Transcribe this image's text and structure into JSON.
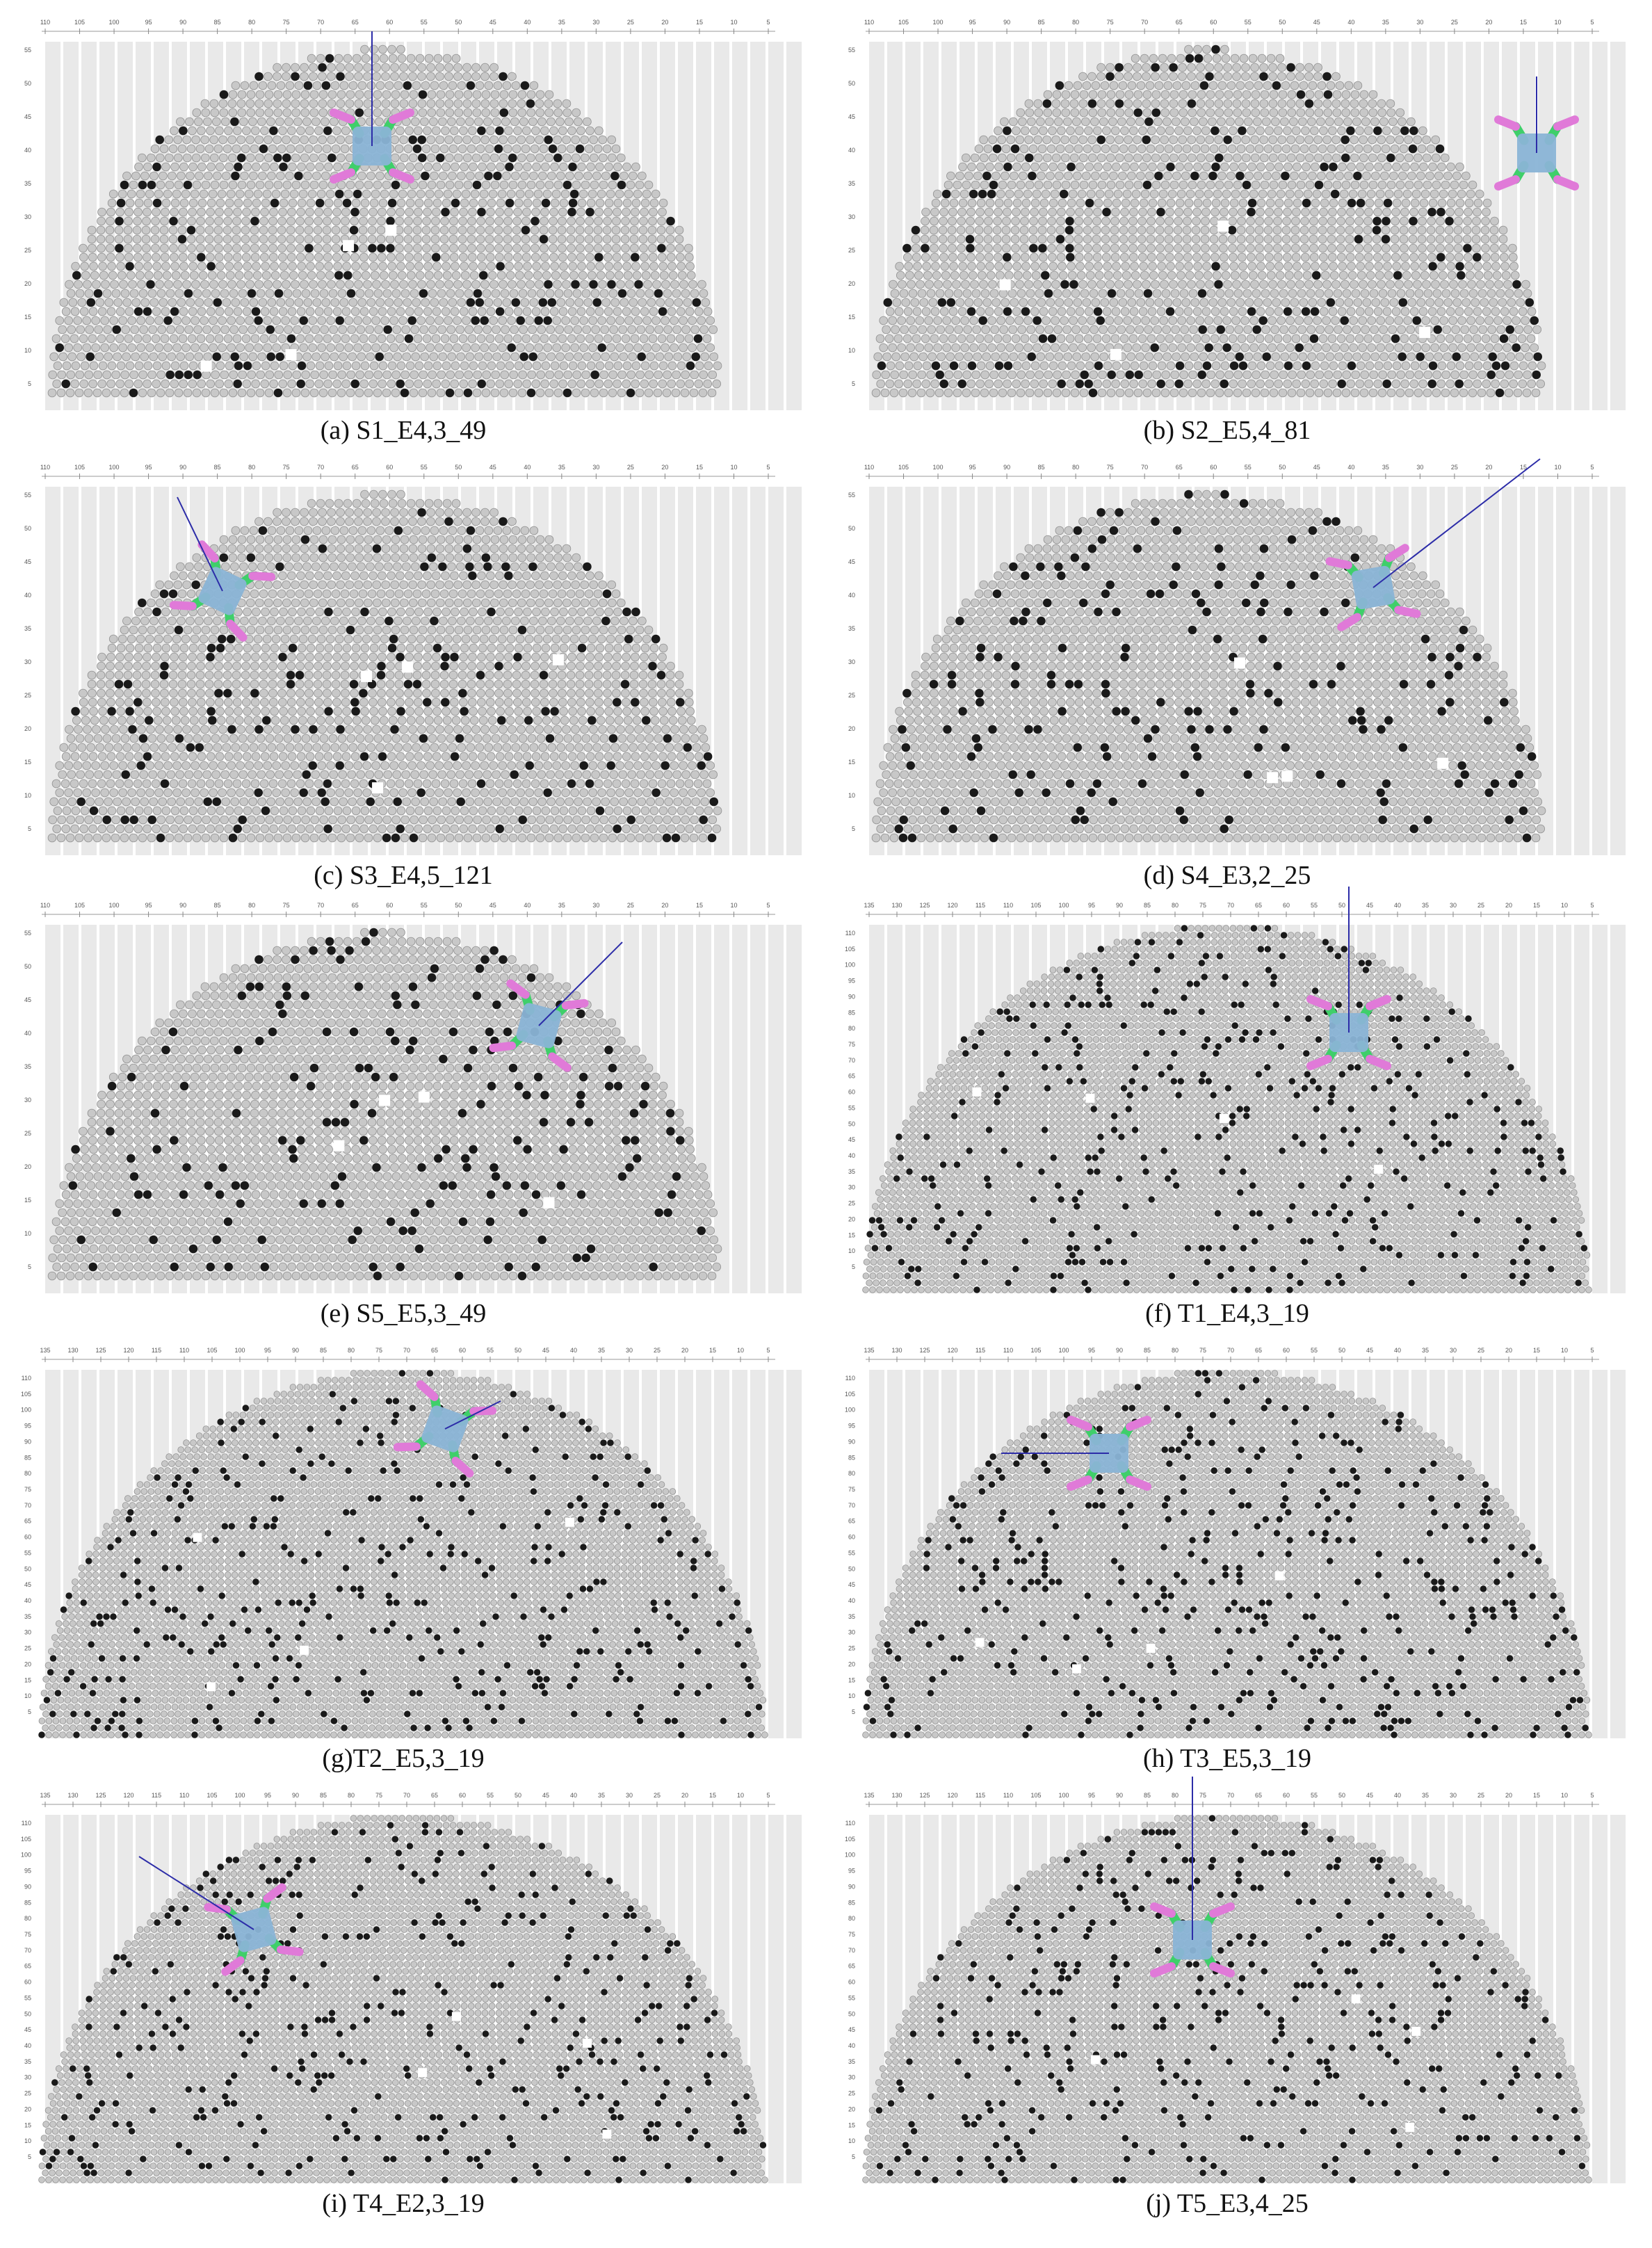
{
  "panels": [
    {
      "id": "a",
      "caption": "(a) S1_E4,3_49",
      "type": "S",
      "xticks": [
        "110",
        "105",
        "100",
        "95",
        "90",
        "85",
        "80",
        "75",
        "70",
        "65",
        "60",
        "55",
        "50",
        "45",
        "40",
        "35",
        "30",
        "25",
        "20",
        "15",
        "10",
        "5"
      ],
      "yticks": [
        "55",
        "50",
        "45",
        "40",
        "35",
        "30",
        "25",
        "20",
        "15",
        "10",
        "5"
      ]
    },
    {
      "id": "b",
      "caption": "(b) S2_E5,4_81",
      "type": "S",
      "xticks": [
        "110",
        "105",
        "100",
        "95",
        "90",
        "85",
        "80",
        "75",
        "70",
        "65",
        "60",
        "55",
        "50",
        "45",
        "40",
        "35",
        "30",
        "25",
        "20",
        "15",
        "10",
        "5"
      ],
      "yticks": [
        "55",
        "50",
        "45",
        "40",
        "35",
        "30",
        "25",
        "20",
        "15",
        "10",
        "5"
      ]
    },
    {
      "id": "c",
      "caption": "(c) S3_E4,5_121",
      "type": "S",
      "xticks": [
        "110",
        "105",
        "100",
        "95",
        "90",
        "85",
        "80",
        "75",
        "70",
        "65",
        "60",
        "55",
        "50",
        "45",
        "40",
        "35",
        "30",
        "25",
        "20",
        "15",
        "10",
        "5"
      ],
      "yticks": [
        "55",
        "50",
        "45",
        "40",
        "35",
        "30",
        "25",
        "20",
        "15",
        "10",
        "5"
      ]
    },
    {
      "id": "d",
      "caption": "(d) S4_E3,2_25",
      "type": "S",
      "xticks": [
        "110",
        "105",
        "100",
        "95",
        "90",
        "85",
        "80",
        "75",
        "70",
        "65",
        "60",
        "55",
        "50",
        "45",
        "40",
        "35",
        "30",
        "25",
        "20",
        "15",
        "10",
        "5"
      ],
      "yticks": [
        "55",
        "50",
        "45",
        "40",
        "35",
        "30",
        "25",
        "20",
        "15",
        "10",
        "5"
      ]
    },
    {
      "id": "e",
      "caption": "(e) S5_E5,3_49",
      "type": "S",
      "xticks": [
        "110",
        "105",
        "100",
        "95",
        "90",
        "85",
        "80",
        "75",
        "70",
        "65",
        "60",
        "55",
        "50",
        "45",
        "40",
        "35",
        "30",
        "25",
        "20",
        "15",
        "10",
        "5"
      ],
      "yticks": [
        "55",
        "50",
        "45",
        "40",
        "35",
        "30",
        "25",
        "20",
        "15",
        "10",
        "5"
      ]
    },
    {
      "id": "f",
      "caption": "(f) T1_E4,3_19",
      "type": "T",
      "xticks": [
        "135",
        "130",
        "125",
        "120",
        "115",
        "110",
        "105",
        "100",
        "95",
        "90",
        "85",
        "80",
        "75",
        "70",
        "65",
        "60",
        "55",
        "50",
        "45",
        "40",
        "35",
        "30",
        "25",
        "20",
        "15",
        "10",
        "5"
      ],
      "yticks": [
        "110",
        "105",
        "100",
        "95",
        "90",
        "85",
        "80",
        "75",
        "70",
        "65",
        "60",
        "55",
        "50",
        "45",
        "40",
        "35",
        "30",
        "25",
        "20",
        "15",
        "10",
        "5"
      ]
    },
    {
      "id": "g",
      "caption": "(g)T2_E5,3_19",
      "type": "T",
      "xticks": [
        "135",
        "130",
        "125",
        "120",
        "115",
        "110",
        "105",
        "100",
        "95",
        "90",
        "85",
        "80",
        "75",
        "70",
        "65",
        "60",
        "55",
        "50",
        "45",
        "40",
        "35",
        "30",
        "25",
        "20",
        "15",
        "10",
        "5"
      ],
      "yticks": [
        "110",
        "105",
        "100",
        "95",
        "90",
        "85",
        "80",
        "75",
        "70",
        "65",
        "60",
        "55",
        "50",
        "45",
        "40",
        "35",
        "30",
        "25",
        "20",
        "15",
        "10",
        "5"
      ]
    },
    {
      "id": "h",
      "caption": "(h) T3_E5,3_19",
      "type": "T",
      "xticks": [
        "135",
        "130",
        "125",
        "120",
        "115",
        "110",
        "105",
        "100",
        "95",
        "90",
        "85",
        "80",
        "75",
        "70",
        "65",
        "60",
        "55",
        "50",
        "45",
        "40",
        "35",
        "30",
        "25",
        "20",
        "15",
        "10",
        "5"
      ],
      "yticks": [
        "110",
        "105",
        "100",
        "95",
        "90",
        "85",
        "80",
        "75",
        "70",
        "65",
        "60",
        "55",
        "50",
        "45",
        "40",
        "35",
        "30",
        "25",
        "20",
        "15",
        "10",
        "5"
      ]
    },
    {
      "id": "i",
      "caption": "(i) T4_E2,3_19",
      "type": "T",
      "xticks": [
        "135",
        "130",
        "125",
        "120",
        "115",
        "110",
        "105",
        "100",
        "95",
        "90",
        "85",
        "80",
        "75",
        "70",
        "65",
        "60",
        "55",
        "50",
        "45",
        "40",
        "35",
        "30",
        "25",
        "20",
        "15",
        "10",
        "5"
      ],
      "yticks": [
        "110",
        "105",
        "100",
        "95",
        "90",
        "85",
        "80",
        "75",
        "70",
        "65",
        "60",
        "55",
        "50",
        "45",
        "40",
        "35",
        "30",
        "25",
        "20",
        "15",
        "10",
        "5"
      ]
    },
    {
      "id": "j",
      "caption": "(j) T5_E3,4_25",
      "type": "T",
      "xticks": [
        "135",
        "130",
        "125",
        "120",
        "115",
        "110",
        "105",
        "100",
        "95",
        "90",
        "85",
        "80",
        "75",
        "70",
        "65",
        "60",
        "55",
        "50",
        "45",
        "40",
        "35",
        "30",
        "25",
        "20",
        "15",
        "10",
        "5"
      ],
      "yticks": [
        "110",
        "105",
        "100",
        "95",
        "90",
        "85",
        "80",
        "75",
        "70",
        "65",
        "60",
        "55",
        "50",
        "45",
        "40",
        "35",
        "30",
        "25",
        "20",
        "15",
        "10",
        "5"
      ]
    }
  ],
  "colors": {
    "background_grid": "#e9e9e9",
    "cell_fill": "#c8c8c8",
    "cell_outline": "#8f8f8f",
    "dark_cell": "#1a1a1a",
    "robot_body": "#8ab4d6",
    "leg_segment": "#3fcf6a",
    "leg_tip": "#e07ad8",
    "heading_line": "#2c2ca8"
  }
}
